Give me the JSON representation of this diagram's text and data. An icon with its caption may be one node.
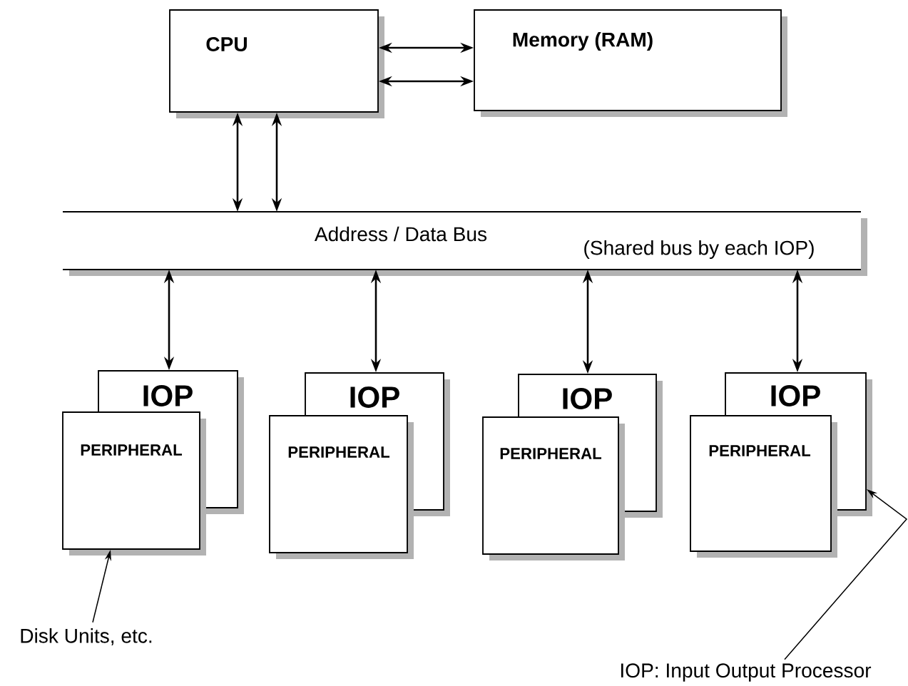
{
  "diagram": {
    "nodes": [
      {
        "text": [
          "CPU"
        ]
      },
      {
        "text": [
          "Memory (RAM)"
        ]
      },
      {
        "text": [
          "Address / Data  Bus",
          "(Shared bus by each IOP)"
        ]
      },
      {
        "text": [
          "IOP"
        ]
      },
      {
        "text": [
          "PERIPHERAL"
        ]
      },
      {
        "text": [
          "IOP"
        ]
      },
      {
        "text": [
          "PERIPHERAL"
        ]
      },
      {
        "text": [
          "IOP"
        ]
      },
      {
        "text": [
          "PERIPHERAL"
        ]
      },
      {
        "text": [
          "IOP"
        ]
      },
      {
        "text": [
          "PERIPHERAL"
        ]
      },
      {
        "text": [
          "Disk Units, etc."
        ]
      },
      {
        "text": [
          "IOP:  Input Output Processor"
        ]
      }
    ],
    "edges": [
      {
        "from": 0,
        "to": 1,
        "arrow": "both"
      },
      {
        "from": 0,
        "to": 1,
        "arrow": "both"
      },
      {
        "from": 0,
        "to": 2,
        "arrow": "both"
      },
      {
        "from": 0,
        "to": 2,
        "arrow": "both"
      },
      {
        "from": 2,
        "to": 3,
        "arrow": "both"
      },
      {
        "from": 2,
        "to": 5,
        "arrow": "both"
      },
      {
        "from": 2,
        "to": 7,
        "arrow": "both"
      },
      {
        "from": 2,
        "to": 9,
        "arrow": "both"
      },
      {
        "from": 11,
        "to": 4,
        "arrow": "to"
      },
      {
        "from": 12,
        "to": 9,
        "arrow": "to"
      }
    ]
  }
}
